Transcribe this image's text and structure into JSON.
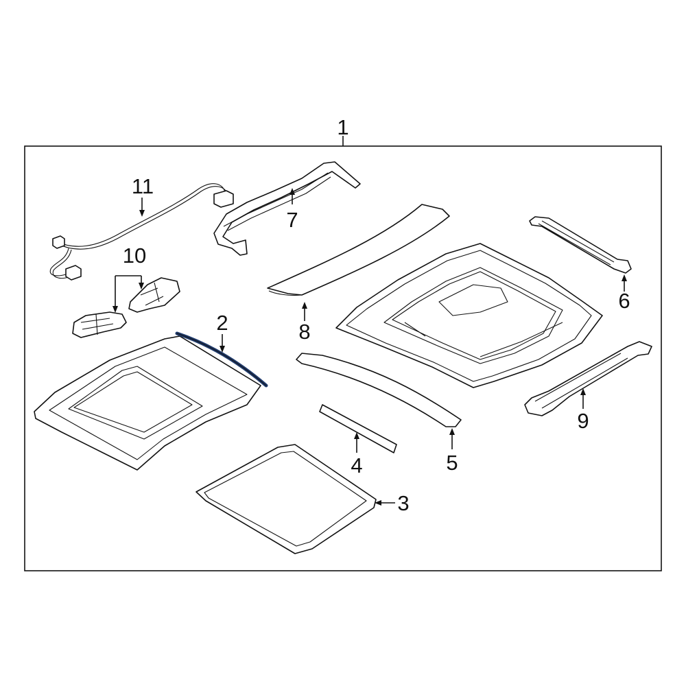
{
  "diagram": {
    "colors": {
      "line": "#111111",
      "background": "#ffffff",
      "highlight_seal": "#1f3a6b"
    },
    "callouts": [
      {
        "id": "c1",
        "label": "1"
      },
      {
        "id": "c2",
        "label": "2"
      },
      {
        "id": "c3",
        "label": "3"
      },
      {
        "id": "c4",
        "label": "4"
      },
      {
        "id": "c5",
        "label": "5"
      },
      {
        "id": "c6",
        "label": "6"
      },
      {
        "id": "c7",
        "label": "7"
      },
      {
        "id": "c8",
        "label": "8"
      },
      {
        "id": "c9",
        "label": "9"
      },
      {
        "id": "c10",
        "label": "10"
      },
      {
        "id": "c11",
        "label": "11"
      }
    ]
  }
}
